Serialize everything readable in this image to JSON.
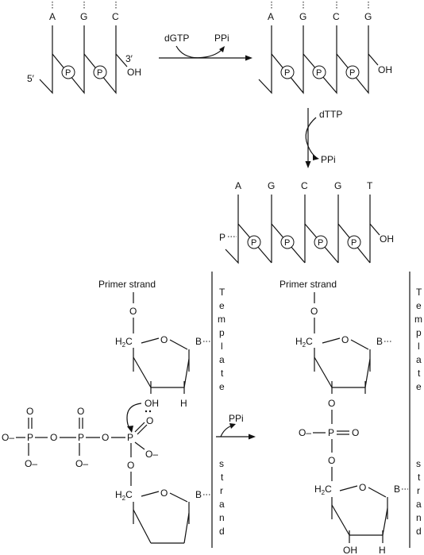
{
  "top": {
    "strand1": {
      "bases": [
        "A",
        "G",
        "C"
      ],
      "end5": "5′",
      "end3": "3′",
      "oh": "OH",
      "p": "P"
    },
    "arrow1": {
      "reactant": "dGTP",
      "product": "PPi"
    },
    "strand2": {
      "bases": [
        "A",
        "G",
        "C",
        "G"
      ],
      "oh": "OH",
      "p": "P"
    },
    "arrow2": {
      "reactant": "dTTP",
      "product": "PPi"
    },
    "strand3": {
      "bases": [
        "A",
        "G",
        "C",
        "G",
        "T"
      ],
      "p_start": "P",
      "oh": "OH",
      "p": "P"
    }
  },
  "mechanism": {
    "primer_strand_label": "Primer strand",
    "template_letters": [
      "T",
      "e",
      "m",
      "p",
      "l",
      "a",
      "t",
      "e"
    ],
    "strand_letters": [
      "s",
      "t",
      "r",
      "a",
      "n",
      "d"
    ],
    "O": "O",
    "P": "P",
    "B": "B",
    "H": "H",
    "OH": "OH",
    "ch2_main": "H",
    "ch2_sub": "2",
    "ch2_c": "C",
    "o_minus": "O",
    "minus": "–",
    "arrow_product": "PPi"
  }
}
